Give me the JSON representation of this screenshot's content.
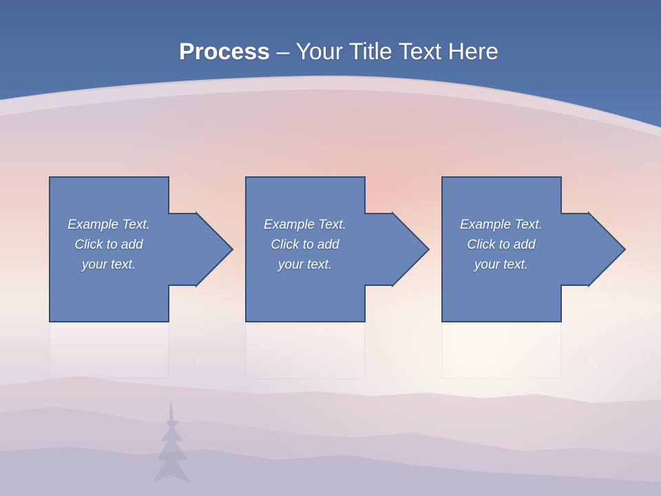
{
  "slide": {
    "title_bold": "Process",
    "title_rest": " – Your Title Text Here"
  },
  "steps": [
    {
      "line1": "Example Text.",
      "line2": "Click  to add",
      "line3": "your text."
    },
    {
      "line1": "Example Text.",
      "line2": "Click  to add",
      "line3": "your text."
    },
    {
      "line1": "Example Text.",
      "line2": "Click  to add",
      "line3": "your text."
    }
  ],
  "colors": {
    "header_blue": "#4f6fa3",
    "shape_fill": "#6a86b6",
    "shape_stroke": "#34496f",
    "text": "#ffffff"
  }
}
